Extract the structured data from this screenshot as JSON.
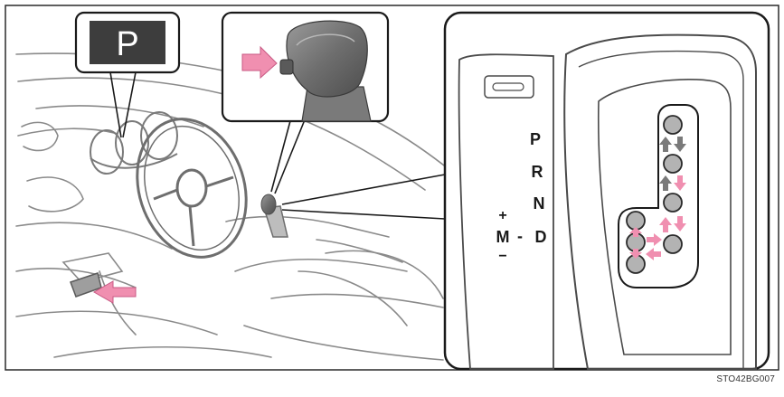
{
  "indicator": {
    "letter": "P"
  },
  "gate_labels": {
    "p": "P",
    "r": "R",
    "n": "N",
    "d": "D",
    "m": "M",
    "minus_dash": "-",
    "plus": "+",
    "minus": "−"
  },
  "figure_code": "STO42BG007",
  "icons": [
    "push-arrow-icon",
    "shift-knob-icon",
    "brake-pedal-icon",
    "shift-button-icon"
  ],
  "colors": {
    "arrow_pink": "#f08fb0",
    "arrow_gray": "#7a7a7a",
    "position_circle": "#b3b3b3",
    "frame": "#2a2a2a"
  }
}
